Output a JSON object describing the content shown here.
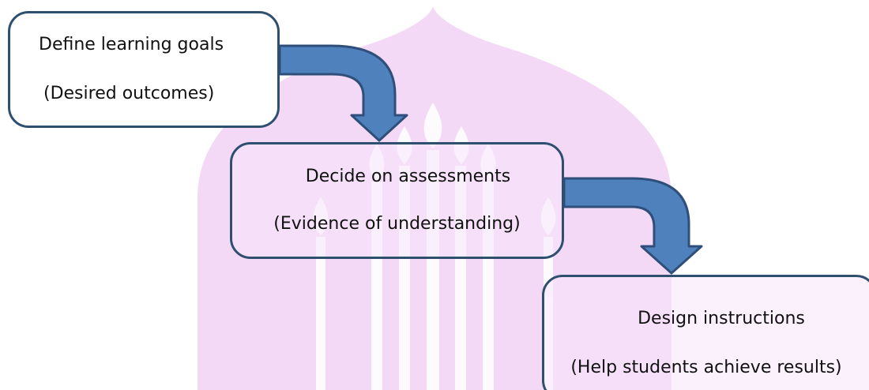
{
  "diagram": {
    "steps": [
      {
        "title": "Define learning goals",
        "subtitle": "(Desired outcomes)"
      },
      {
        "title": "Decide on assessments",
        "subtitle": "(Evidence of understanding)"
      },
      {
        "title": "Design instructions",
        "subtitle": "(Help students achieve results)"
      }
    ],
    "colors": {
      "arrow_fill": "#4f81bd",
      "arrow_stroke": "#2f4f7a",
      "box_border": "#2f4f6f",
      "watermark": "#f3d9f6"
    },
    "watermark_icon": "temple-spire-watermark-icon"
  }
}
